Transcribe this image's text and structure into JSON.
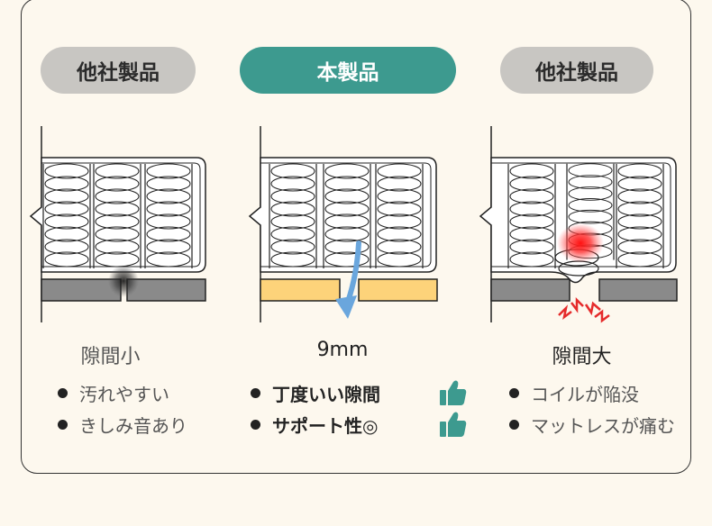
{
  "columns": [
    {
      "label": "他社製品",
      "caption": "隙間小",
      "points": [
        "汚れやすい",
        "きしみ音あり"
      ]
    },
    {
      "label": "本製品",
      "caption": "9mm",
      "points": [
        "丁度いい隙間",
        "サポート性◎"
      ]
    },
    {
      "label": "他社製品",
      "caption": "隙間大",
      "points": [
        "コイルが陥没",
        "マットレスが痛む"
      ]
    }
  ],
  "colors": {
    "background": "#fdf8ee",
    "pill_gray": "#c8c6c2",
    "pill_teal": "#3d9a8f",
    "board_gray": "#8a8a8a",
    "board_yellow": "#fdd37a",
    "arrow_blue": "#6aa6dd",
    "pain_red": "#e52b2b"
  },
  "icons": {
    "thumbs_up": "thumbs-up-icon",
    "pain_marks": "pain-zigzag-icon"
  }
}
